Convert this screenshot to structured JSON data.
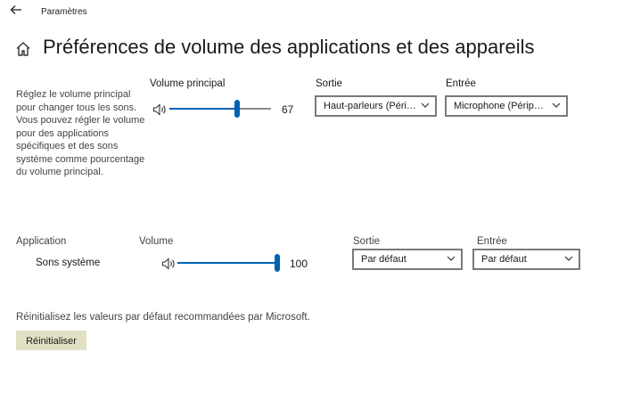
{
  "titlebar": {
    "back_icon": "back-arrow-icon",
    "title": "Paramètres"
  },
  "page": {
    "home_icon": "home-icon",
    "title": "Préférences de volume des applications et des appareils"
  },
  "master": {
    "description": "Réglez le volume principal pour changer tous les sons. Vous pouvez régler le volume pour des applications spécifiques et des sons système comme pourcentage du volume principal.",
    "volume_label": "Volume principal",
    "volume_value": "67",
    "volume_level": 67,
    "output_label": "Sortie",
    "output_value": "Haut-parleurs (Péri…",
    "input_label": "Entrée",
    "input_value": "Microphone (Périp…"
  },
  "apps": {
    "headers": {
      "application": "Application",
      "volume": "Volume",
      "output": "Sortie",
      "input": "Entrée"
    },
    "rows": [
      {
        "name": "Sons système",
        "volume_value": "100",
        "volume_level": 100,
        "output_value": "Par défaut",
        "input_value": "Par défaut"
      }
    ]
  },
  "reset": {
    "text": "Réinitialisez les valeurs par défaut recommandées par Microsoft.",
    "button_label": "Réinitialiser"
  },
  "colors": {
    "accent": "#0063b1",
    "reset_button_bg": "#e2e0c4"
  }
}
